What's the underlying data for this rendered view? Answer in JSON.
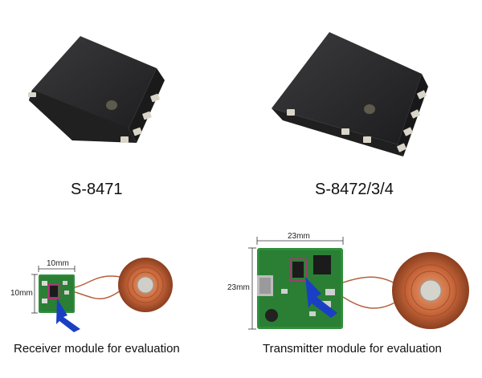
{
  "chips": {
    "left": {
      "label": "S-8471"
    },
    "right": {
      "label": "S-8472/3/4"
    }
  },
  "modules": {
    "receiver": {
      "caption": "Receiver module for evaluation",
      "width_label": "10mm",
      "height_label": "10mm"
    },
    "transmitter": {
      "caption": "Transmitter module for evaluation",
      "width_label": "23mm",
      "height_label": "23mm"
    }
  },
  "colors": {
    "chip_body": "#2b2b2c",
    "pcb_green": "#2f8f3a",
    "copper_coil": "#c8653a",
    "arrow_blue": "#1a3fc4",
    "highlight_magenta": "#d0208a"
  }
}
